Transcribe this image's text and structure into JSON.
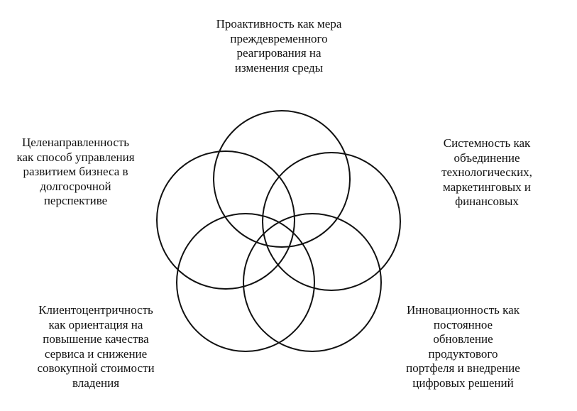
{
  "diagram": {
    "circles": [
      {
        "name": "proactivity",
        "stroke": "#111111"
      },
      {
        "name": "purposefulness",
        "stroke": "#111111"
      },
      {
        "name": "systemicity",
        "stroke": "#111111"
      },
      {
        "name": "client-centricity",
        "stroke": "#111111"
      },
      {
        "name": "innovativeness",
        "stroke": "#111111"
      }
    ],
    "labels": {
      "top": [
        "Проактивность как мера",
        "преждевременного",
        "реагирования на",
        "изменения среды"
      ],
      "left": [
        "Целенаправленность",
        "как способ управления",
        "развитием бизнеса в",
        "долгосрочной",
        "перспективе"
      ],
      "right": [
        "Системность как",
        "объединение",
        "технологических,",
        "маркетинговых и",
        "финансовых"
      ],
      "bottom_left": [
        "Клиентоцентричность",
        "как ориентация на",
        "повышение качества",
        "сервиса и снижение",
        "совокупной стоимости",
        "владения"
      ],
      "bottom_right": [
        "Инновационность как",
        "постоянное",
        "обновление",
        "продуктового",
        "портфеля и внедрение",
        "цифровых решений"
      ]
    }
  }
}
